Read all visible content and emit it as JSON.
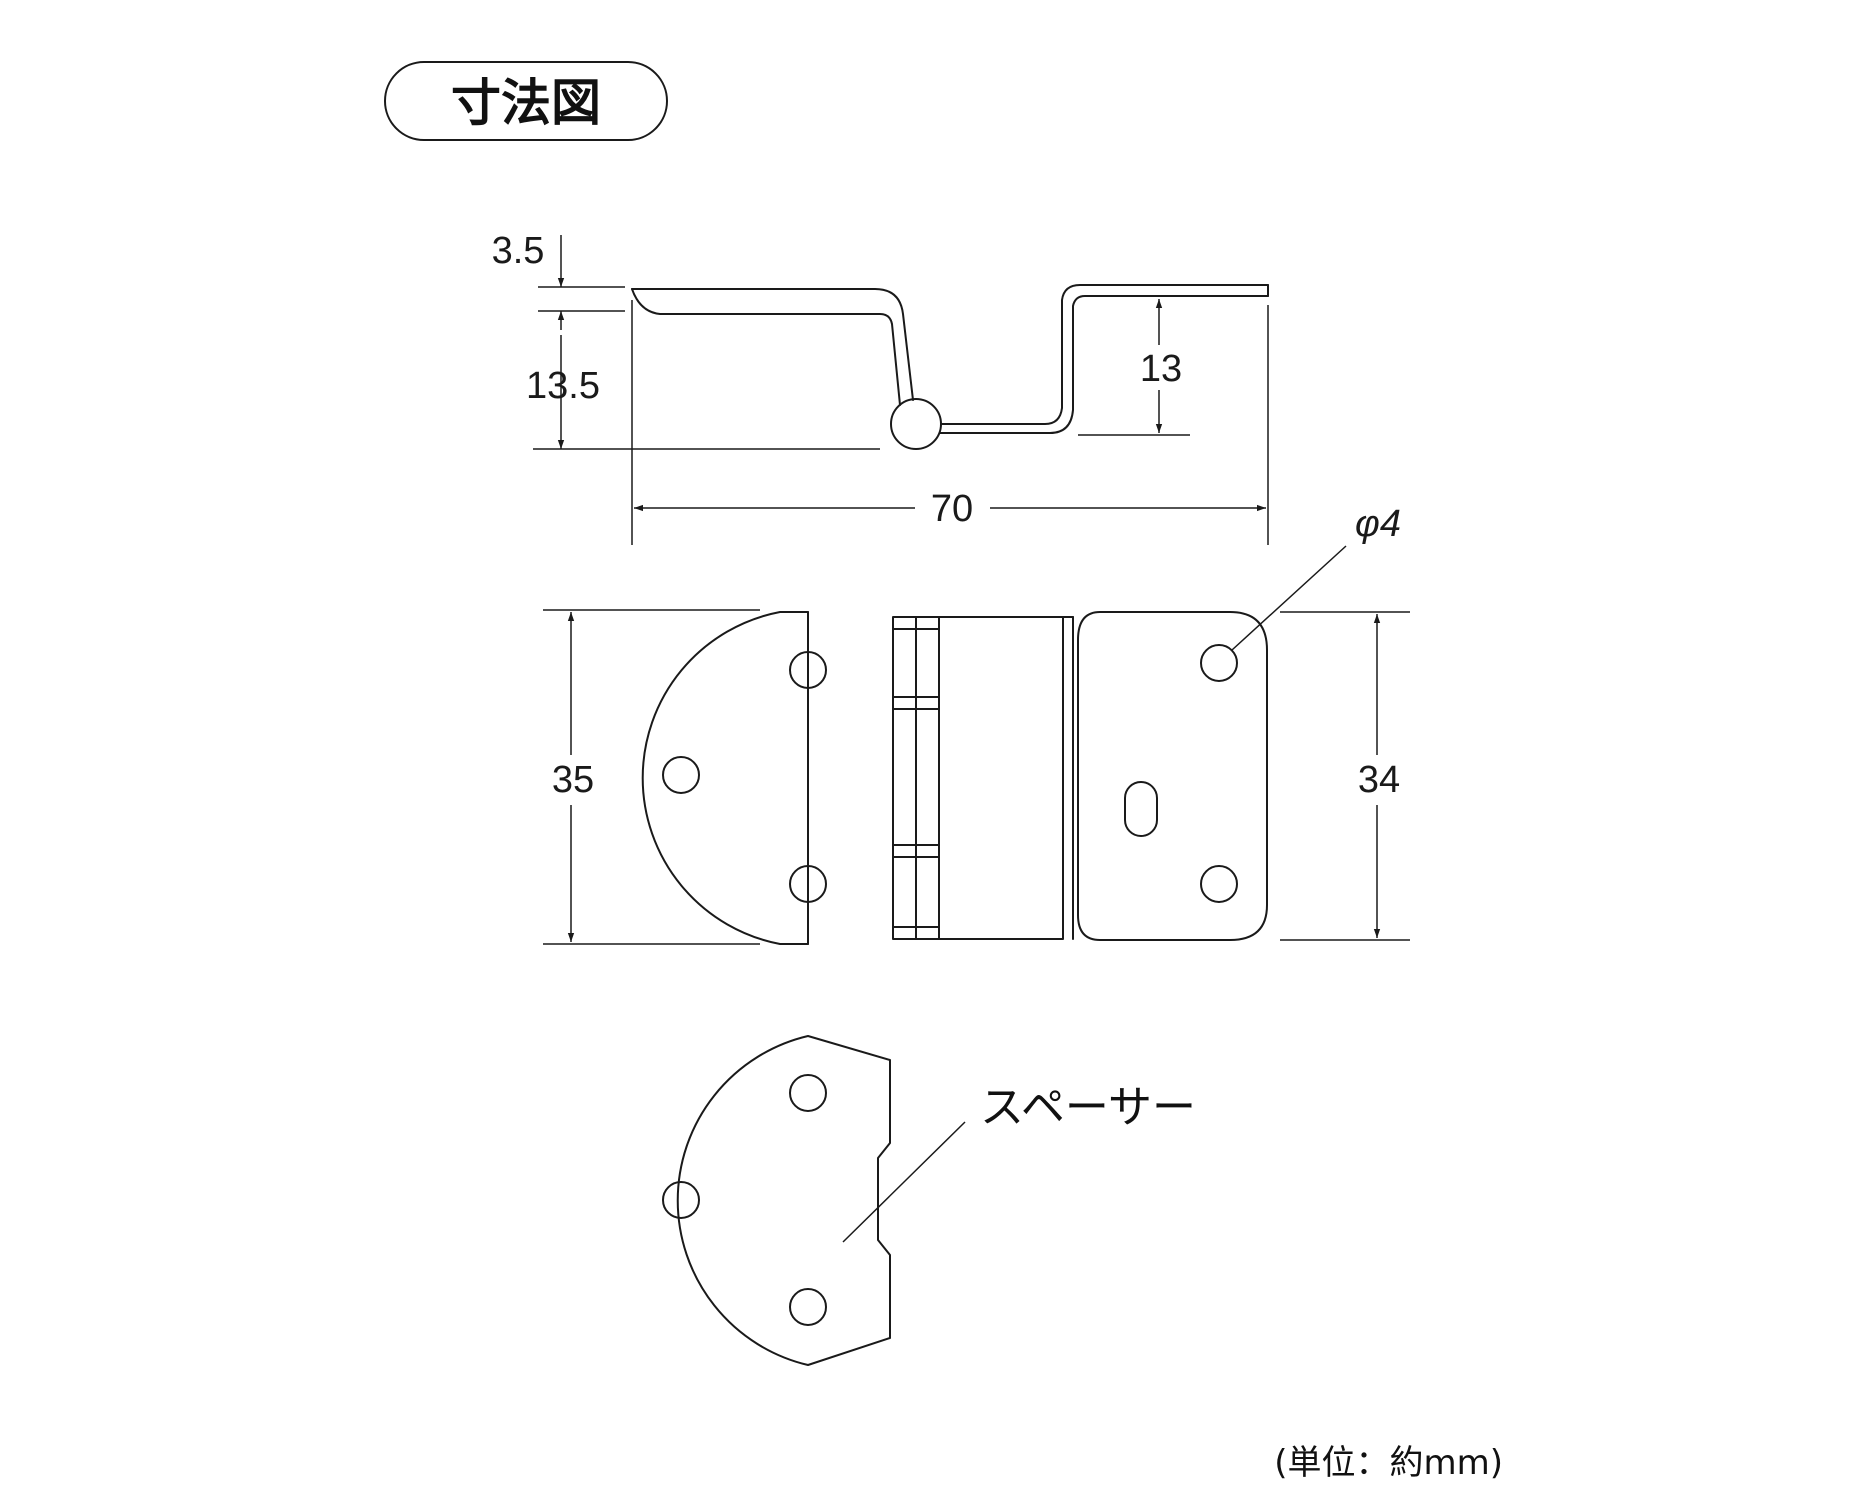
{
  "title": "寸法図",
  "dimensions": {
    "side_thickness": "3.5",
    "side_height_left": "13.5",
    "side_height_right": "13",
    "overall_length": "70",
    "hole_diameter": "φ4",
    "leaf_height_left": "35",
    "leaf_height_right": "34"
  },
  "labels": {
    "spacer": "スペーサー"
  },
  "unit_note": "(単位：約mm)",
  "colors": {
    "line": "#1a1a1a",
    "background": "#ffffff"
  }
}
